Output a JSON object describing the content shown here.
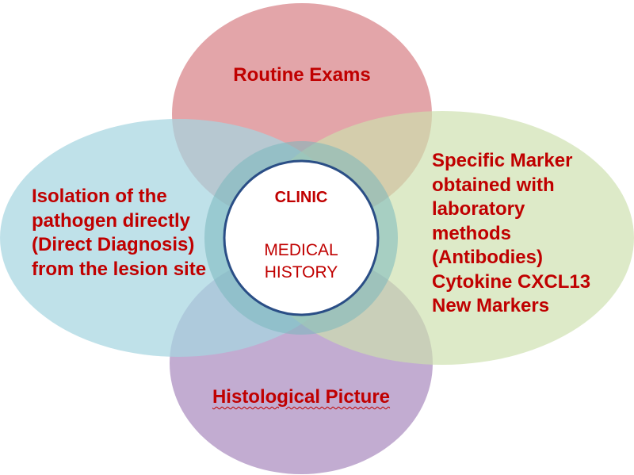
{
  "diagram": {
    "top_label": "Routine Exams",
    "left_label": [
      "Isolation of the",
      "pathogen directly",
      "(Direct Diagnosis)",
      "from the lesion site"
    ],
    "right_label": [
      "Specific Marker",
      "obtained with",
      "laboratory",
      "methods",
      "(Antibodies)",
      "Cytokine CXCL13",
      "New Markers"
    ],
    "bottom_label": "Histological Picture",
    "center_title": "CLINIC",
    "center_subtitle": [
      "MEDICAL",
      "HISTORY"
    ]
  },
  "colors": {
    "top_fill": "#e2a0a4",
    "left_fill": "#a6d5e1",
    "right_fill": "#cde0ae",
    "bottom_fill": "#b9a1cb",
    "ring_fill": "#7ab8bd",
    "center_fill": "#ffffff",
    "center_stroke": "#2a4e86",
    "text": "#c00000"
  }
}
